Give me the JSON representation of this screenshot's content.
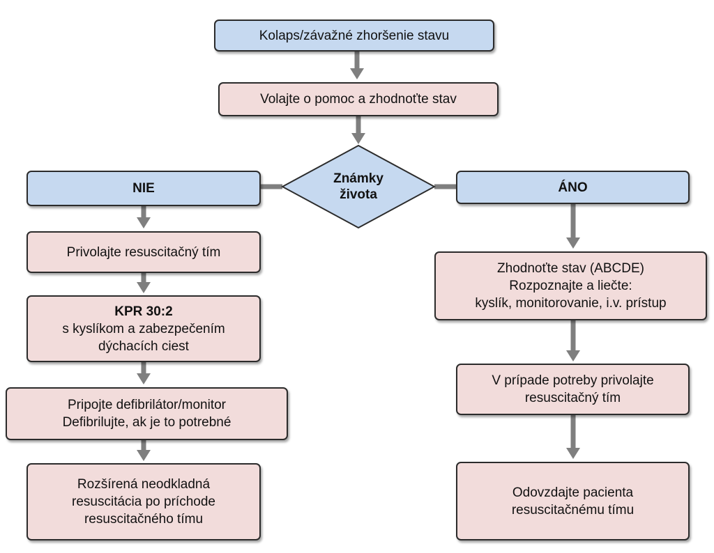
{
  "flow": {
    "start": "Kolaps/závažné zhoršenie stavu",
    "assess": "Volajte o pomoc a zhodnoťte stav",
    "decision": [
      "Známky",
      "života"
    ],
    "no_branch": {
      "label": "NIE",
      "call_team": "Privolajte resuscitačný tím",
      "cpr": {
        "title": "KPR 30:2",
        "lines": [
          "s kyslíkom a zabezpečením",
          "dýchacích ciest"
        ]
      },
      "defib": [
        "Pripojte defibrilátor/monitor",
        "Defibrilujte, ak je to potrebné"
      ],
      "als": [
        "Rozšírená neodkladná",
        "resuscitácia po príchode",
        "resuscitačného tímu"
      ]
    },
    "yes_branch": {
      "label": "ÁNO",
      "abcde": [
        "Zhodnoťte stav (ABCDE)",
        "Rozpoznajte a liečte:",
        "kyslík, monitorovanie, i.v. prístup"
      ],
      "call_team": [
        "V prípade potreby privolajte",
        "resuscitačný tím"
      ],
      "handover": [
        "Odovzdajte pacienta",
        "resuscitačnému tímu"
      ]
    }
  },
  "colors": {
    "blue_fill": "#c6d9f0",
    "pink_fill": "#f2dcdb",
    "border": "#2b2b2b",
    "arrow": "#7f7f7f"
  }
}
